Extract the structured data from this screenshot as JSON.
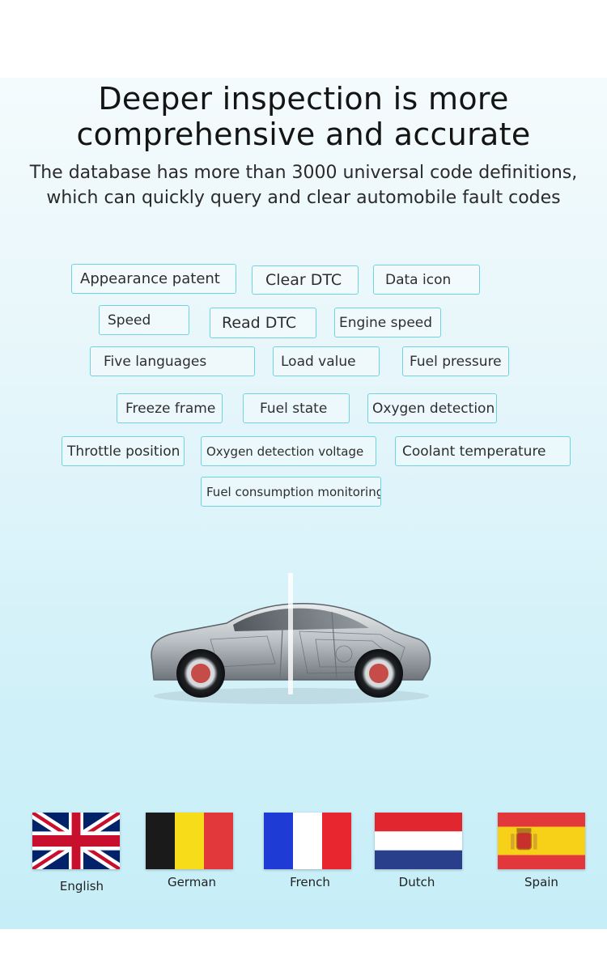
{
  "headline": {
    "line1": "Deeper inspection is more",
    "line2": "comprehensive and accurate"
  },
  "subheadline": {
    "line1": "The database has more than 3000 universal code definitions,",
    "line2": "which can quickly query and clear automobile fault codes"
  },
  "features": [
    "Appearance patent",
    "Clear DTC",
    "Data icon",
    "Speed",
    "Read DTC",
    "Engine speed",
    "Five languages",
    "Load value",
    "Fuel pressure",
    "Freeze frame",
    "Fuel state",
    "Oxygen detection",
    "Throttle position",
    "Oxygen detection voltage",
    "Coolant temperature",
    "Fuel consumption monitoring"
  ],
  "languages": [
    {
      "label": "English",
      "icon": "uk-flag-icon"
    },
    {
      "label": "German",
      "icon": "belgium-flag-icon"
    },
    {
      "label": "French",
      "icon": "france-flag-icon"
    },
    {
      "label": "Dutch",
      "icon": "netherlands-flag-icon"
    },
    {
      "label": "Spain",
      "icon": "spain-flag-icon"
    }
  ],
  "colors": {
    "tag_border": "#6fd3e3",
    "background_top": "#f4fbfd",
    "background_bottom": "#c6eef8"
  }
}
